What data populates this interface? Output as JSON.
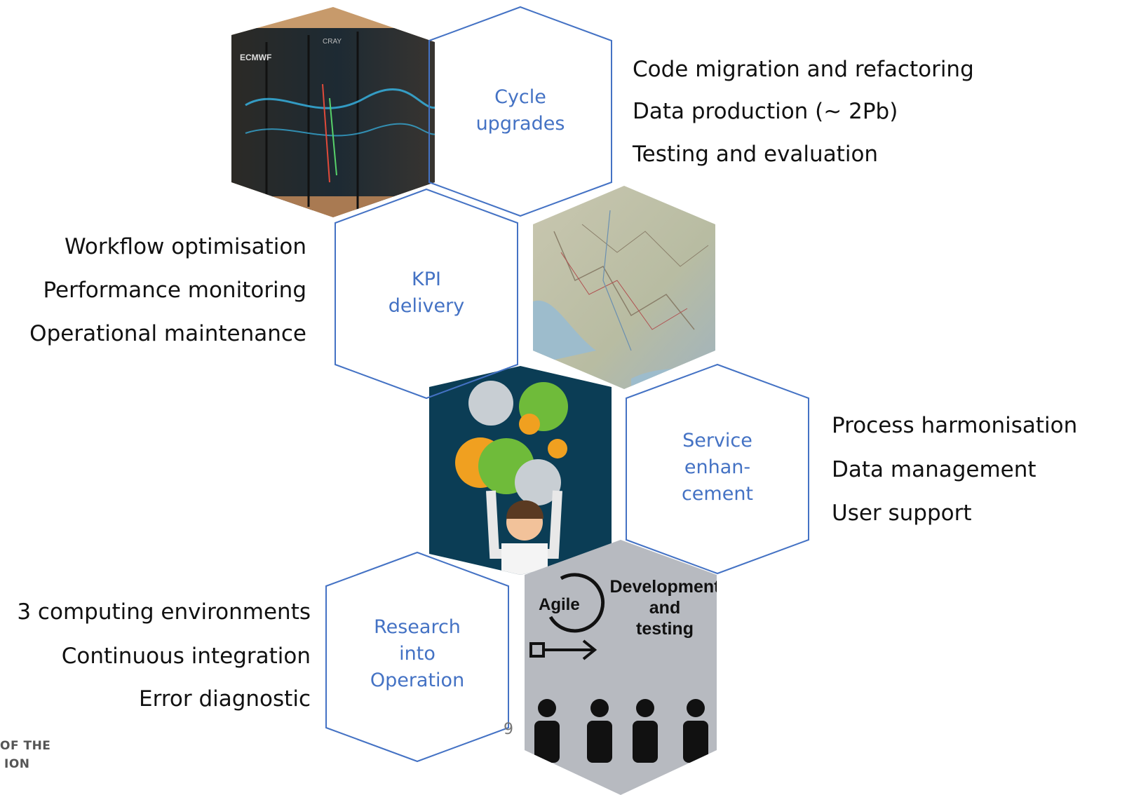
{
  "hexagons": {
    "cycle": [
      "Cycle",
      "upgrades"
    ],
    "kpi": [
      "KPI",
      "delivery"
    ],
    "service": [
      "Service",
      "enhan-",
      "cement"
    ],
    "research": [
      "Research",
      "into",
      "Operation"
    ]
  },
  "lists": {
    "cycle_items": [
      "Code migration and refactoring",
      "Data production (~ 2Pb)",
      "Testing and evaluation"
    ],
    "kpi_items": [
      "Workflow optimisation",
      "Performance monitoring",
      "Operational maintenance"
    ],
    "service_items": [
      "Process harmonisation",
      "Data management",
      "User support"
    ],
    "research_items": [
      "3 computing environments",
      "Continuous integration",
      "Error diagnostic"
    ]
  },
  "images": {
    "supercomputer": {
      "logo": "ECMWF",
      "brand": "CRAY"
    },
    "dev_testing": {
      "agile": "Agile",
      "title_lines": [
        "Development",
        "and",
        "testing"
      ]
    }
  },
  "page_number": "9",
  "footer": [
    "OF THE",
    "ION"
  ],
  "colors": {
    "hex_stroke": "#4472c4",
    "label": "#4472c4",
    "dark_panel": "#0b3d55",
    "grey_panel": "#b7bac0"
  }
}
